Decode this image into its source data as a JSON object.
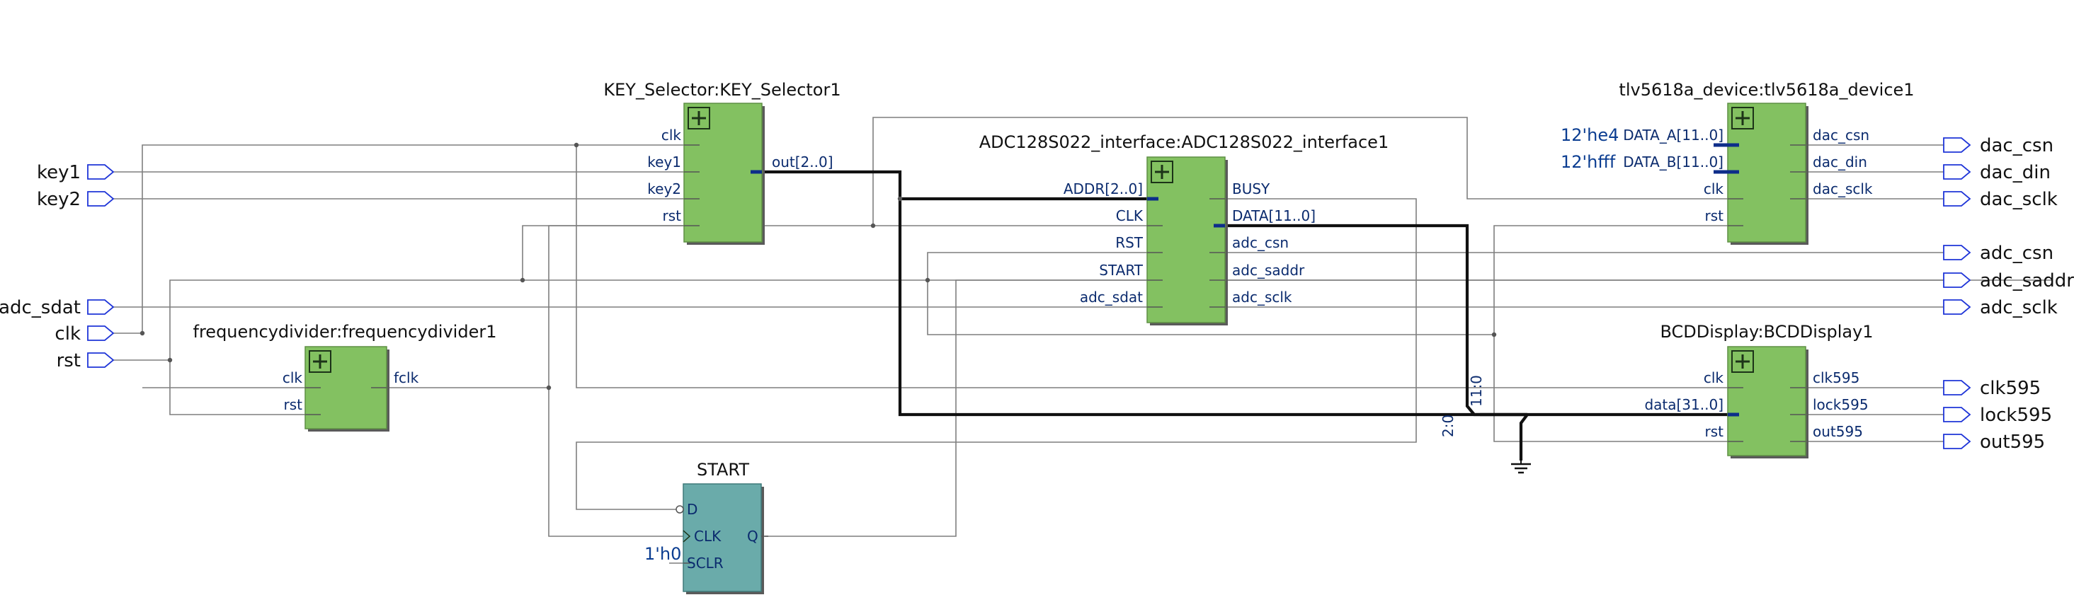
{
  "inputs": [
    {
      "name": "key1"
    },
    {
      "name": "key2"
    },
    {
      "name": "adc_sdat"
    },
    {
      "name": "clk"
    },
    {
      "name": "rst"
    }
  ],
  "outputs": [
    {
      "name": "dac_csn"
    },
    {
      "name": "dac_din"
    },
    {
      "name": "dac_sclk"
    },
    {
      "name": "adc_csn"
    },
    {
      "name": "adc_saddr"
    },
    {
      "name": "adc_sclk"
    },
    {
      "name": "clk595"
    },
    {
      "name": "lock595"
    },
    {
      "name": "out595"
    }
  ],
  "blocks": {
    "key_selector": {
      "title": "KEY_Selector:KEY_Selector1",
      "inputs": [
        "clk",
        "key1",
        "key2",
        "rst"
      ],
      "outputs": [
        "out[2..0]"
      ]
    },
    "freqdiv": {
      "title": "frequencydivider:frequencydivider1",
      "inputs": [
        "clk",
        "rst"
      ],
      "outputs": [
        "fclk"
      ]
    },
    "adc": {
      "title": "ADC128S022_interface:ADC128S022_interface1",
      "inputs": [
        "ADDR[2..0]",
        "CLK",
        "RST",
        "START",
        "adc_sdat"
      ],
      "outputs": [
        "BUSY",
        "DATA[11..0]",
        "adc_csn",
        "adc_saddr",
        "adc_sclk"
      ]
    },
    "dac": {
      "title": "tlv5618a_device:tlv5618a_device1",
      "inputs": [
        "DATA_A[11..0]",
        "DATA_B[11..0]",
        "clk",
        "rst"
      ],
      "outputs": [
        "dac_csn",
        "dac_din",
        "dac_sclk"
      ],
      "constants": [
        "12'he4",
        "12'hfff"
      ]
    },
    "bcd": {
      "title": "BCDDisplay:BCDDisplay1",
      "inputs": [
        "clk",
        "data[31..0]",
        "rst"
      ],
      "outputs": [
        "clk595",
        "lock595",
        "out595"
      ]
    },
    "start_reg": {
      "title": "START",
      "inputs": [
        "D",
        "CLK",
        "SCLR"
      ],
      "outputs": [
        "Q"
      ],
      "constant": "1'h0"
    }
  },
  "bus_labels": {
    "upper": "11:0",
    "lower": "2:0"
  },
  "colors": {
    "module_fill": "#83c161",
    "register_fill": "#6aabaa",
    "wire": "#7f7f7f",
    "bus": "#111111",
    "port_outline": "#1f35d8",
    "pin_text": "#0b2b6e"
  }
}
